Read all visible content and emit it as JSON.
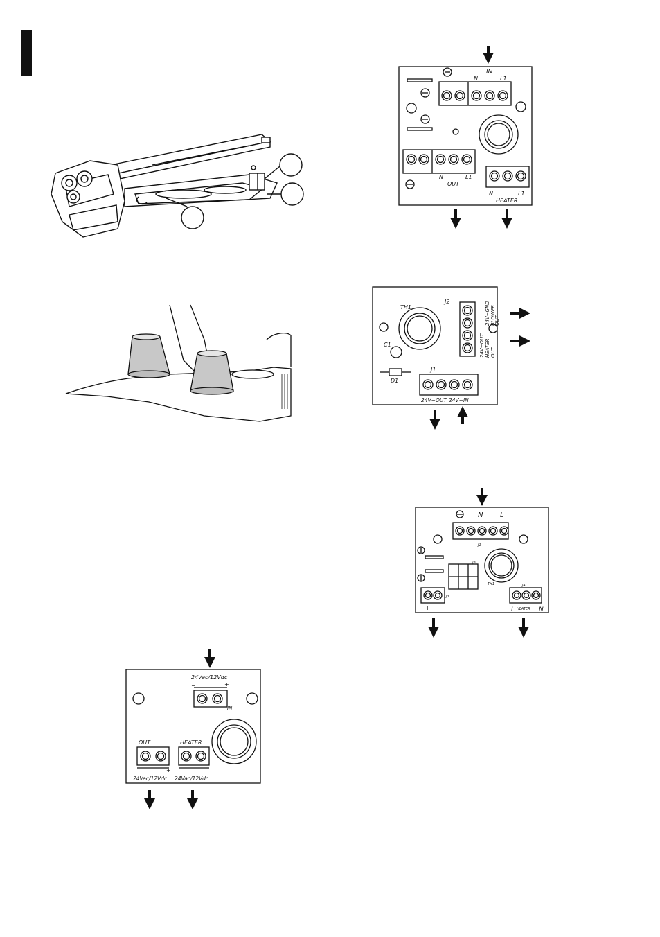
{
  "page": {
    "marker": "section-tab"
  },
  "figure_top_left": {
    "description_icon": "housing-with-mounting-bracket",
    "callouts": [
      "",
      "",
      ""
    ]
  },
  "figure_middle_left": {
    "description_icon": "cable-glands-with-caps"
  },
  "board_a": {
    "in_label": "IN",
    "n_label": "N",
    "l1_label": "L1",
    "out_label": "OUT",
    "out_n": "N",
    "out_l1": "L1",
    "heater_label": "HEATER",
    "heater_n": "N",
    "heater_l1": "L1"
  },
  "board_b": {
    "th1": "TH1",
    "j2": "J2",
    "c1": "C1",
    "d1": "D1",
    "j1": "J1",
    "j1_left": "24V~OUT",
    "j1_right": "24V~IN",
    "j2_col1": "24V~GND",
    "j2_col1b": "BLOWER",
    "j2_col1c": "OUT",
    "j2_col2": "24V~OUT",
    "j2_col2b": "HEATER",
    "j2_col2c": "OUT"
  },
  "board_c": {
    "n_label": "N",
    "l_label": "L",
    "j1": "J1",
    "j2": "J2",
    "j3": "J3",
    "j4": "J4",
    "th1": "TH1",
    "plus": "+",
    "minus": "−",
    "heater_l": "L",
    "heater_label": "HEATER",
    "heater_n": "N"
  },
  "board_d": {
    "in_voltage": "24Vac/12Vdc",
    "in_minus": "−",
    "in_plus": "+",
    "in_label": "IN",
    "out_label": "OUT",
    "heater_label": "HEATER",
    "out_minus": "−",
    "out_plus": "+",
    "out_voltage": "24Vac/12Vdc",
    "heater_voltage": "24Vac/12Vdc"
  }
}
